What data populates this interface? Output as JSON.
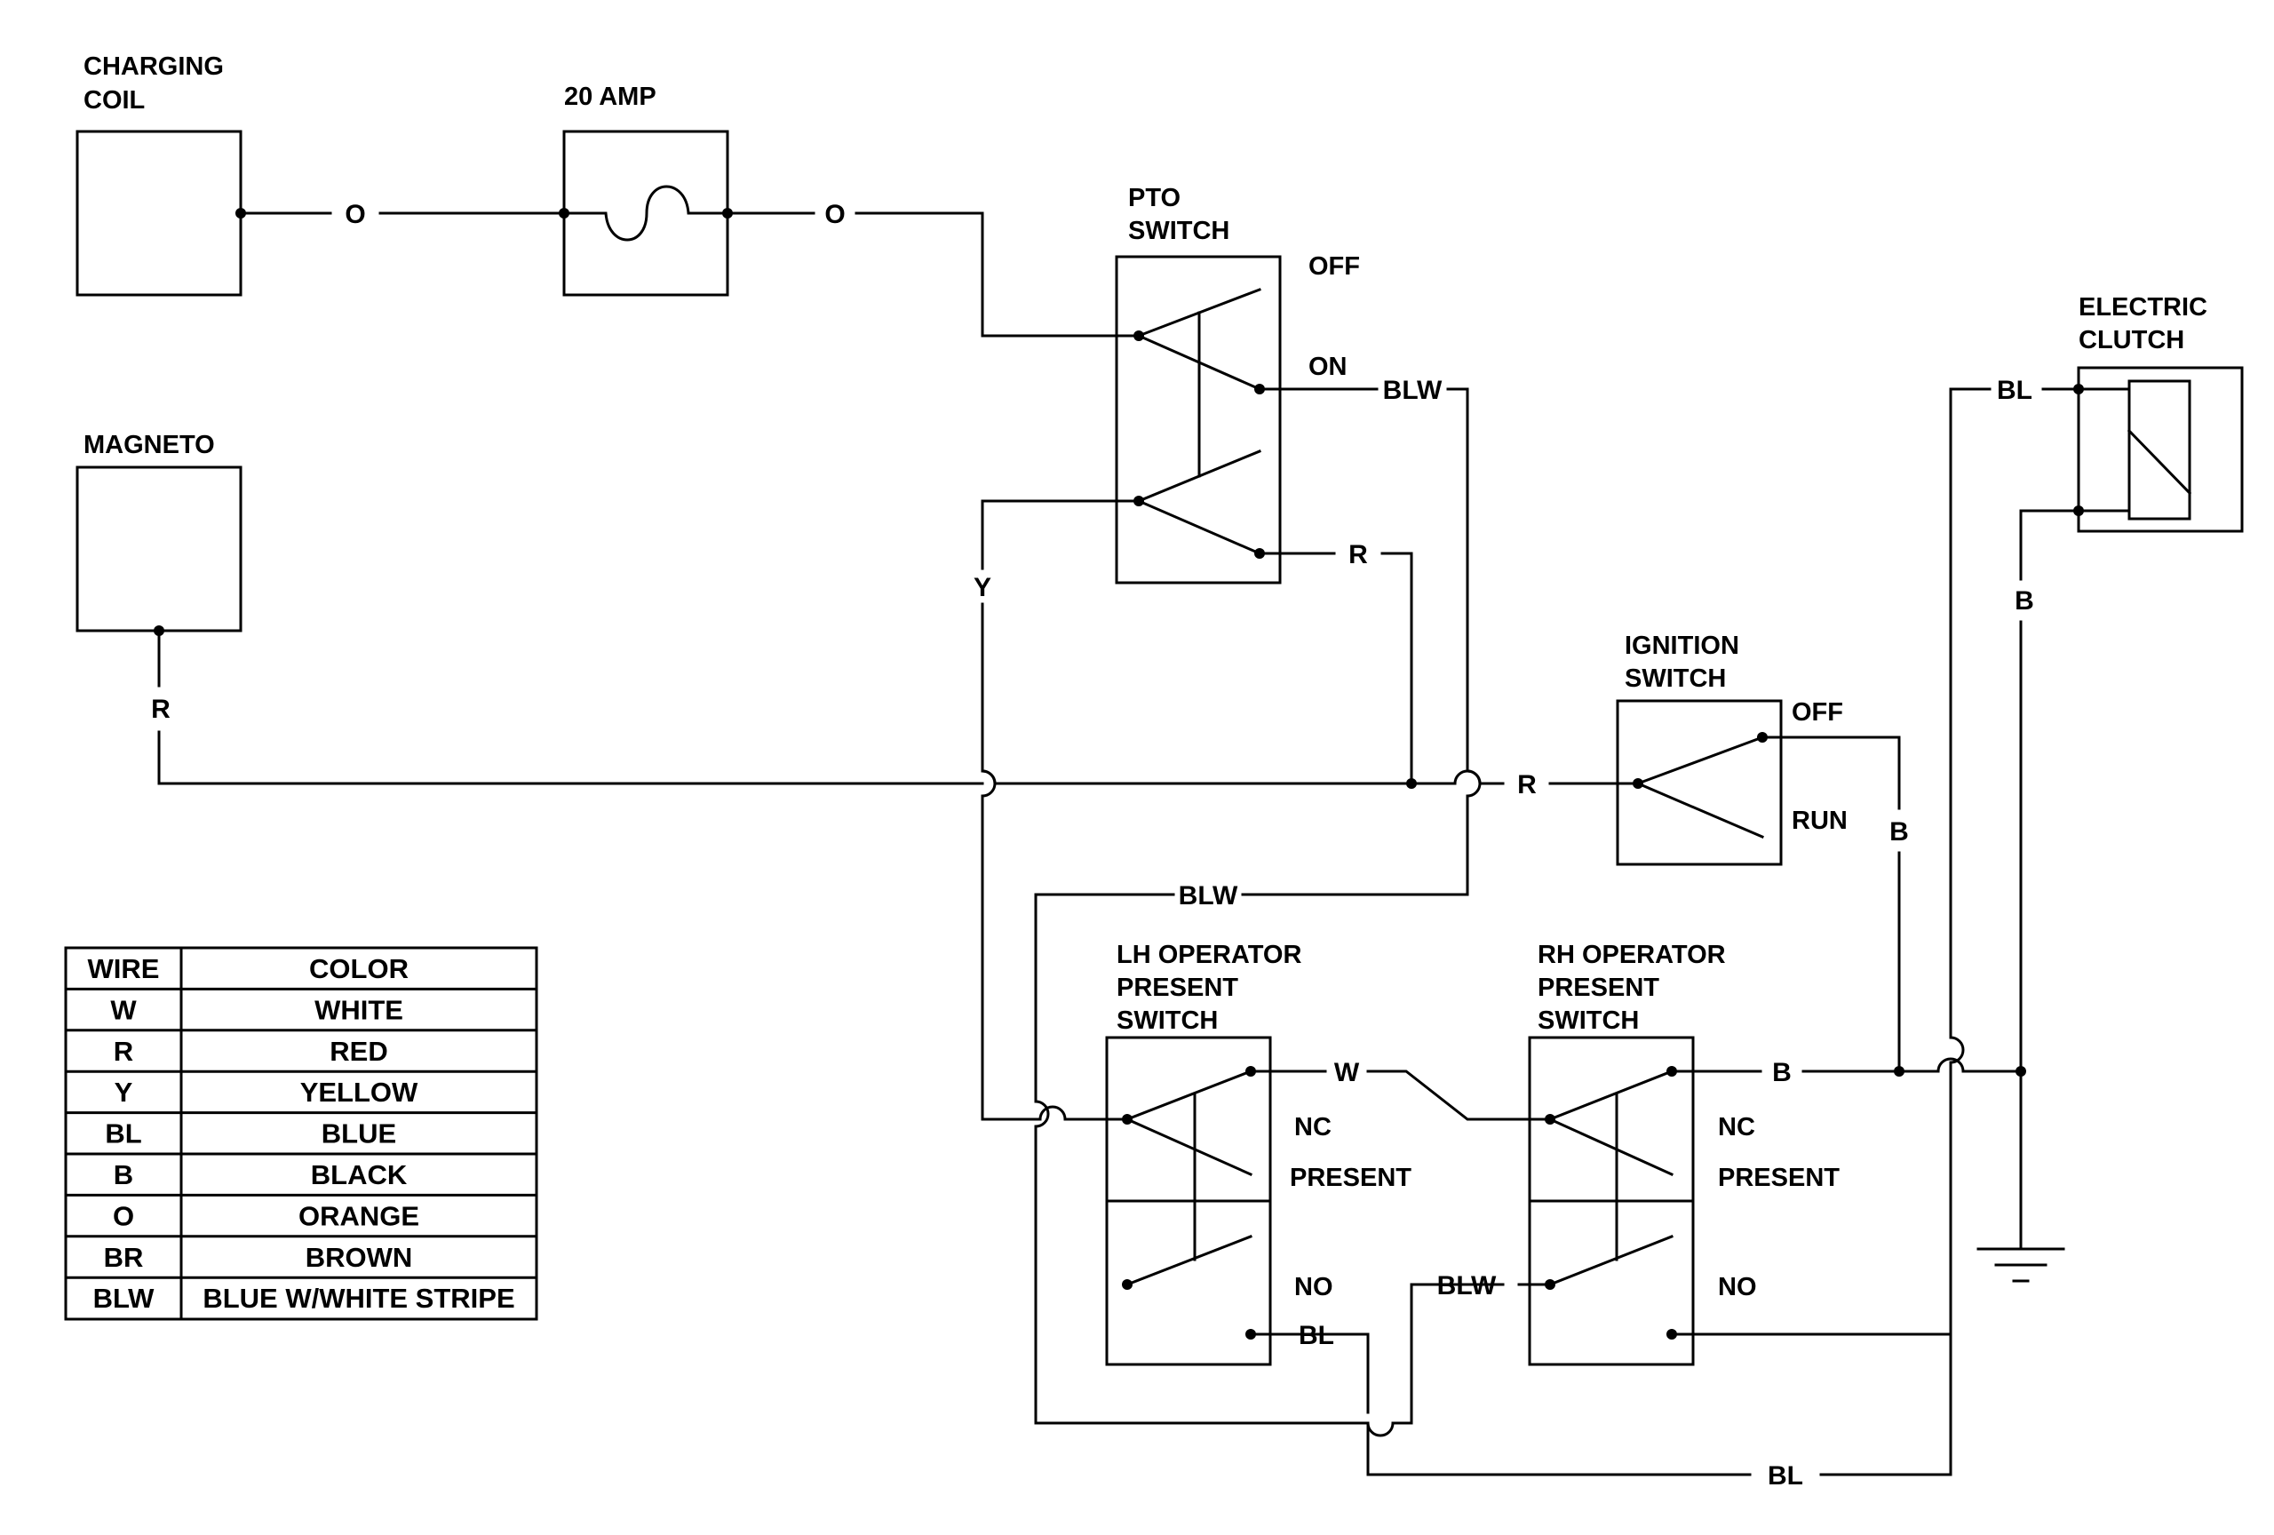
{
  "components": {
    "charging_coil": [
      "CHARGING",
      "COIL"
    ],
    "fuse": "20 AMP",
    "pto_switch": [
      "PTO",
      "SWITCH"
    ],
    "magneto": "MAGNETO",
    "electric_clutch": [
      "ELECTRIC",
      "CLUTCH"
    ],
    "ignition_switch": [
      "IGNITION",
      "SWITCH"
    ],
    "lh_switch": [
      "LH OPERATOR",
      "PRESENT",
      "SWITCH"
    ],
    "rh_switch": [
      "RH OPERATOR",
      "PRESENT",
      "SWITCH"
    ]
  },
  "positions": {
    "pto_off": "OFF",
    "pto_on": "ON",
    "ign_off": "OFF",
    "ign_run": "RUN",
    "lh_nc": "NC",
    "lh_present": "PRESENT",
    "lh_no": "NO",
    "rh_nc": "NC",
    "rh_present": "PRESENT",
    "rh_no": "NO"
  },
  "wire_labels": {
    "coil_fuse": "O",
    "fuse_pto": "O",
    "pto_on_out": "BLW",
    "pto_r_out": "R",
    "pto_y": "Y",
    "magneto_r": "R",
    "ign_r": "R",
    "ign_b": "B",
    "blw_loop": "BLW",
    "clutch_bl": "BL",
    "clutch_b": "B",
    "lh_rh_w": "W",
    "rh_b": "B",
    "rh_blw": "BLW",
    "lh_bl": "BL",
    "bottom_bl": "BL"
  },
  "legend": {
    "header": {
      "wire": "WIRE",
      "color": "COLOR"
    },
    "rows": [
      {
        "wire": "W",
        "color": "WHITE"
      },
      {
        "wire": "R",
        "color": "RED"
      },
      {
        "wire": "Y",
        "color": "YELLOW"
      },
      {
        "wire": "BL",
        "color": "BLUE"
      },
      {
        "wire": "B",
        "color": "BLACK"
      },
      {
        "wire": "O",
        "color": "ORANGE"
      },
      {
        "wire": "BR",
        "color": "BROWN"
      },
      {
        "wire": "BLW",
        "color": "BLUE W/WHITE STRIPE"
      }
    ]
  }
}
